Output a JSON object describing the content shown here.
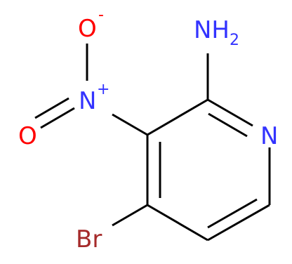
{
  "colors": {
    "bond": "#000000",
    "nitrogen": "#3333ff",
    "oxygen": "#ff0000",
    "bromine": "#a52a2a"
  },
  "atoms": {
    "amine": {
      "main": "NH",
      "subscript": "2"
    },
    "ring_nitrogen": {
      "main": "N"
    },
    "nitro_nitrogen": {
      "main": "N",
      "charge": "+"
    },
    "nitro_oxygen_top": {
      "main": "O",
      "charge": "-"
    },
    "nitro_oxygen_left": {
      "main": "O"
    },
    "bromine": {
      "main": "Br"
    }
  }
}
